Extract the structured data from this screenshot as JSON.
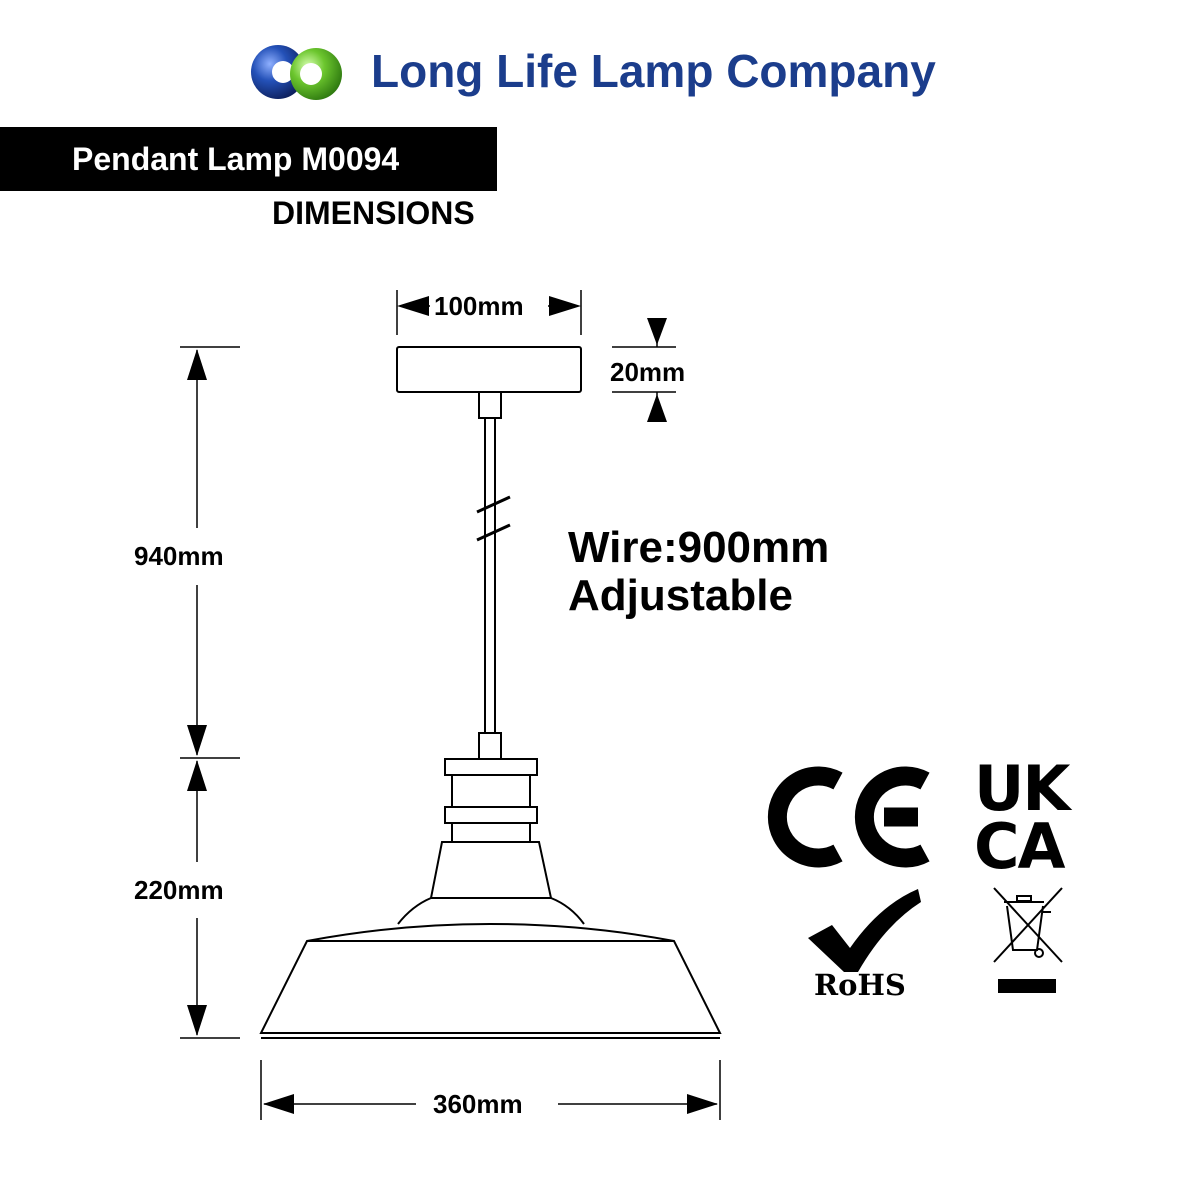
{
  "brand": {
    "company_name": "Long Life Lamp Company",
    "logo_colors": {
      "blue": "#1b3d8c",
      "green": "#6cc62e"
    }
  },
  "product": {
    "title": "Pendant Lamp M0094",
    "subtitle": "DIMENSIONS"
  },
  "dimensions": {
    "canopy_width": "100mm",
    "canopy_height": "20mm",
    "total_drop": "940mm",
    "shade_height": "220mm",
    "shade_width": "360mm"
  },
  "wire": {
    "length": "Wire:900mm",
    "note": "Adjustable"
  },
  "certifications": {
    "ce": "CE",
    "ukca_top": "UK",
    "ukca_bottom": "CA",
    "rohs": "RoHS",
    "weee_icon": "crossed-bin-icon"
  }
}
